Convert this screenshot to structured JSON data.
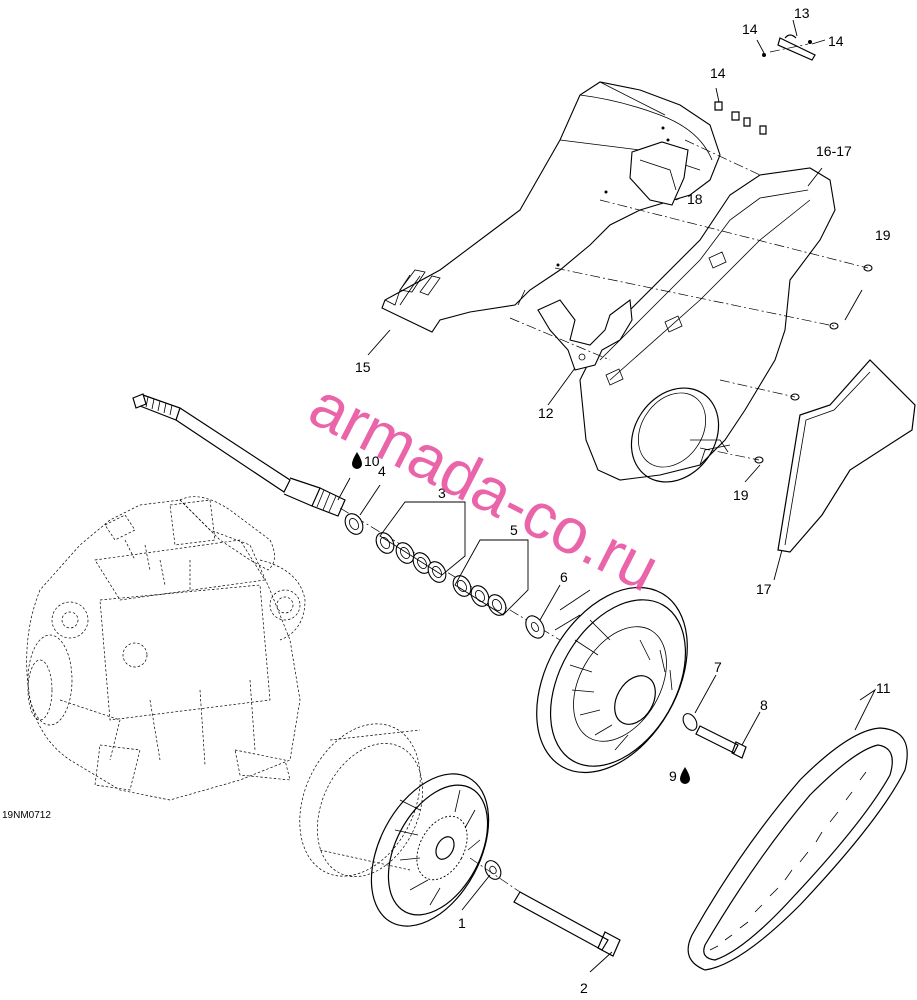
{
  "diagram": {
    "reference_code": "19NM0712",
    "watermark": "armada-co.ru",
    "callouts": {
      "c1": "1",
      "c2": "2",
      "c3": "3",
      "c4": "4",
      "c5": "5",
      "c6": "6",
      "c7": "7",
      "c8": "8",
      "c9": "9",
      "c10": "10",
      "c11": "11",
      "c12": "12",
      "c13": "13",
      "c14a": "14",
      "c14b": "14",
      "c14c": "14",
      "c15": "15",
      "c1617": "16-17",
      "c17": "17",
      "c18": "18",
      "c19a": "19",
      "c19b": "19"
    },
    "icons": {
      "lubricant": "oil-drop-icon"
    }
  }
}
